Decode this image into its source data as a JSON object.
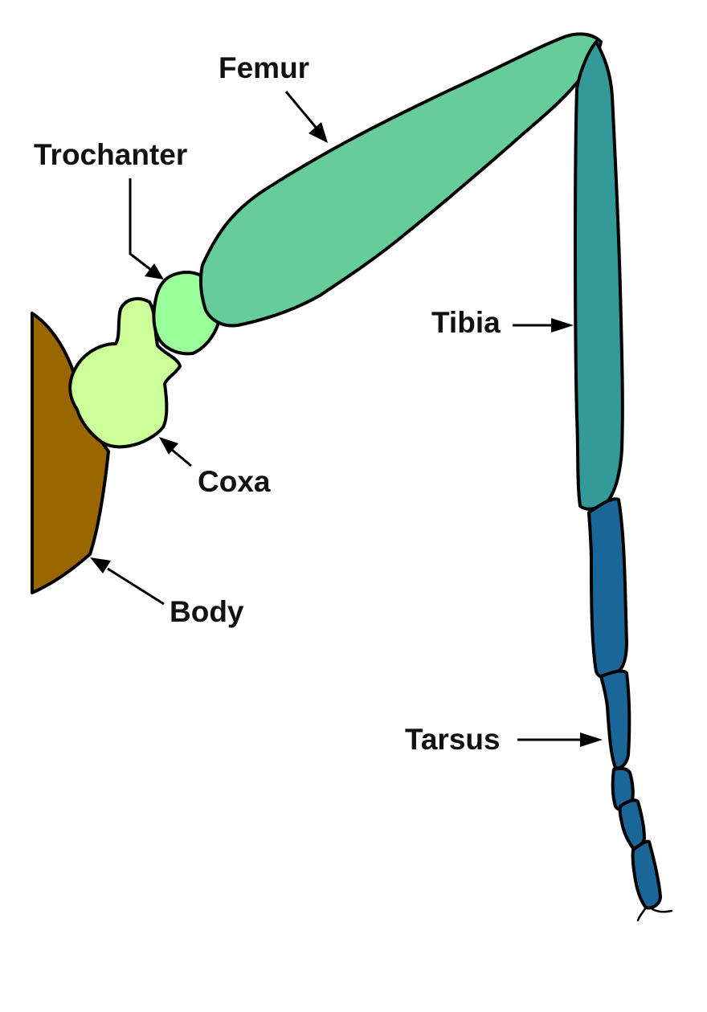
{
  "labels": {
    "femur": "Femur",
    "trochanter": "Trochanter",
    "tibia": "Tibia",
    "coxa": "Coxa",
    "body": "Body",
    "tarsus": "Tarsus"
  },
  "colors": {
    "background": "#ffffff",
    "body": "#996600",
    "coxa": "#ccff99",
    "trochanter": "#99ff99",
    "femur": "#66cc99",
    "tibia": "#339999",
    "tarsus": "#1a6699",
    "outline": "#000000",
    "label_text": "#111111"
  }
}
